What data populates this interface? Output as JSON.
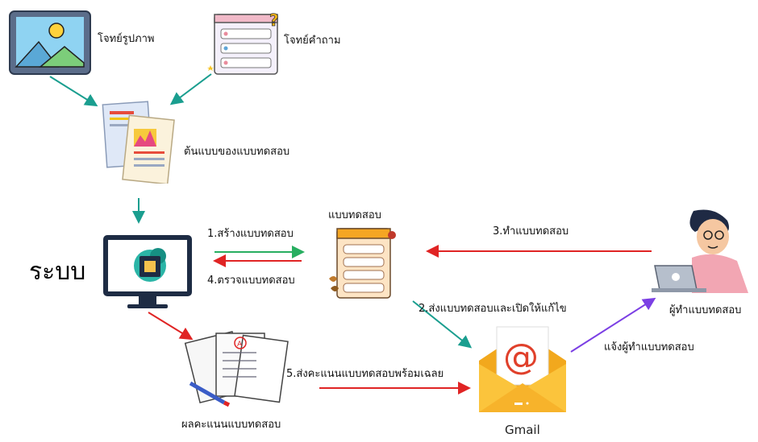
{
  "labels": {
    "image_problem": "โจทย์รูปภาพ",
    "question_problem": "โจทย์คำถาม",
    "test_template": "ต้นแบบของแบบทดสอบ",
    "system": "ระบบ",
    "quiz": "แบบทดสอบ",
    "step1": "1.สร้างแบบทดสอบ",
    "step4": "4.ตรวจแบบทดสอบ",
    "step3": "3.ทำแบบทดสอบ",
    "step2": "2.ส่งแบบทดสอบและเปิดให้แก้ไข",
    "test_taker": "ผู้ทำแบบทดสอบ",
    "notify": "แจ้งผู้ทำแบบทดสอบ",
    "step5": "5.ส่งคะแนนแบบทดสอบพร้อมเฉลย",
    "score_result": "ผลคะแนนแบบทดสอบ",
    "gmail": "Gmail"
  },
  "icons": [
    "image-icon",
    "question-form-icon",
    "document-stack-icon",
    "computer-chip-icon",
    "quiz-form-icon",
    "person-laptop-icon",
    "graded-papers-icon",
    "gmail-envelope-icon"
  ],
  "colors": {
    "teal": "#1a9e8f",
    "red": "#e02424",
    "green": "#27ae60",
    "purple": "#7b3fe4"
  }
}
